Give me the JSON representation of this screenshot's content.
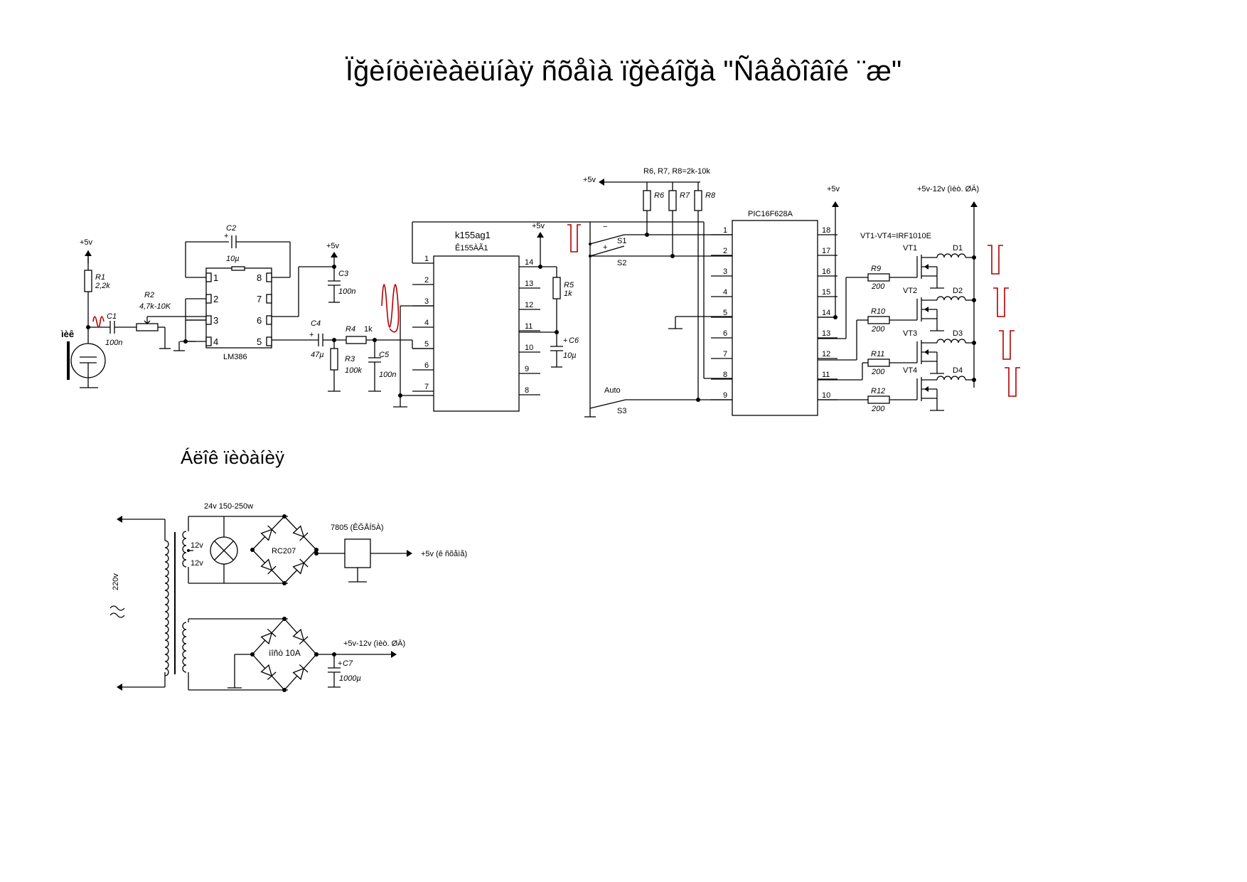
{
  "title": "Ïğèíöèïèàëüíàÿ ñõåìà ïğèáîğà \"Ñâåòîâîé ¨æ\"",
  "power_title": "Áëîê ïèòàíèÿ",
  "labels": {
    "vcc": "+5v",
    "mic": "ìèê",
    "r1": "R1",
    "r1v": "2,2k",
    "c1": "C1",
    "c1v": "100n",
    "r2": "R2",
    "r2v": "4,7k-10K",
    "c2": "C2",
    "c2v": "10µ",
    "lm386": "LM386",
    "c3": "C3",
    "c3v": "100n",
    "c4": "C4",
    "c4v": "47µ",
    "r4": "R4",
    "r4v": "1k",
    "r3": "R3",
    "r3v": "100k",
    "c5": "C5",
    "c5v": "100n",
    "k155": "k155ag1",
    "k155b": "Ê155ÀÃ1",
    "r5": "R5",
    "r5v": "1k",
    "c6": "C6",
    "c6v": "10µ",
    "r678": "R6, R7, R8=2k-10k",
    "r6": "R6",
    "r7": "R7",
    "r8": "R8",
    "s1": "S1",
    "s2": "S2",
    "s3": "S3",
    "auto": "Auto",
    "minus": "−",
    "plus": "+",
    "pic": "PIC16F628A",
    "vcc_hi": "+5v-12v (ìèò. ØÄ)",
    "vt_note": "VT1-VT4=IRF1010E",
    "vt1": "VT1",
    "vt2": "VT2",
    "vt3": "VT3",
    "vt4": "VT4",
    "d1": "D1",
    "d2": "D2",
    "d3": "D3",
    "d4": "D4",
    "r9": "R9",
    "r10": "R10",
    "r11": "R11",
    "r12": "R12",
    "r200": "200",
    "trans": "24v 150-250w",
    "v220": "220v",
    "v12a": "12v",
    "v12b": "12v",
    "rc207": "RC207",
    "reg": "7805 (ÊĞÅÍ5À)",
    "out5": "+5v (ê ñõåìå)",
    "bridge2": "ìîñò 10A",
    "out12": "+5v-12v (ìèò. ØÄ)",
    "c7": "C7",
    "c7v": "1000µ"
  },
  "ic_k155_pins_left": [
    "1",
    "2",
    "3",
    "4",
    "5",
    "6",
    "7"
  ],
  "ic_k155_pins_right": [
    "14",
    "13",
    "12",
    "11",
    "10",
    "9",
    "8"
  ],
  "ic_lm386_pins_left": [
    "1",
    "2",
    "3",
    "4"
  ],
  "ic_lm386_pins_right": [
    "8",
    "7",
    "6",
    "5"
  ],
  "ic_pic_pins_left": [
    "1",
    "2",
    "3",
    "4",
    "5",
    "6",
    "7",
    "8",
    "9"
  ],
  "ic_pic_pins_right": [
    "18",
    "17",
    "16",
    "15",
    "14",
    "13",
    "12",
    "11",
    "10"
  ]
}
